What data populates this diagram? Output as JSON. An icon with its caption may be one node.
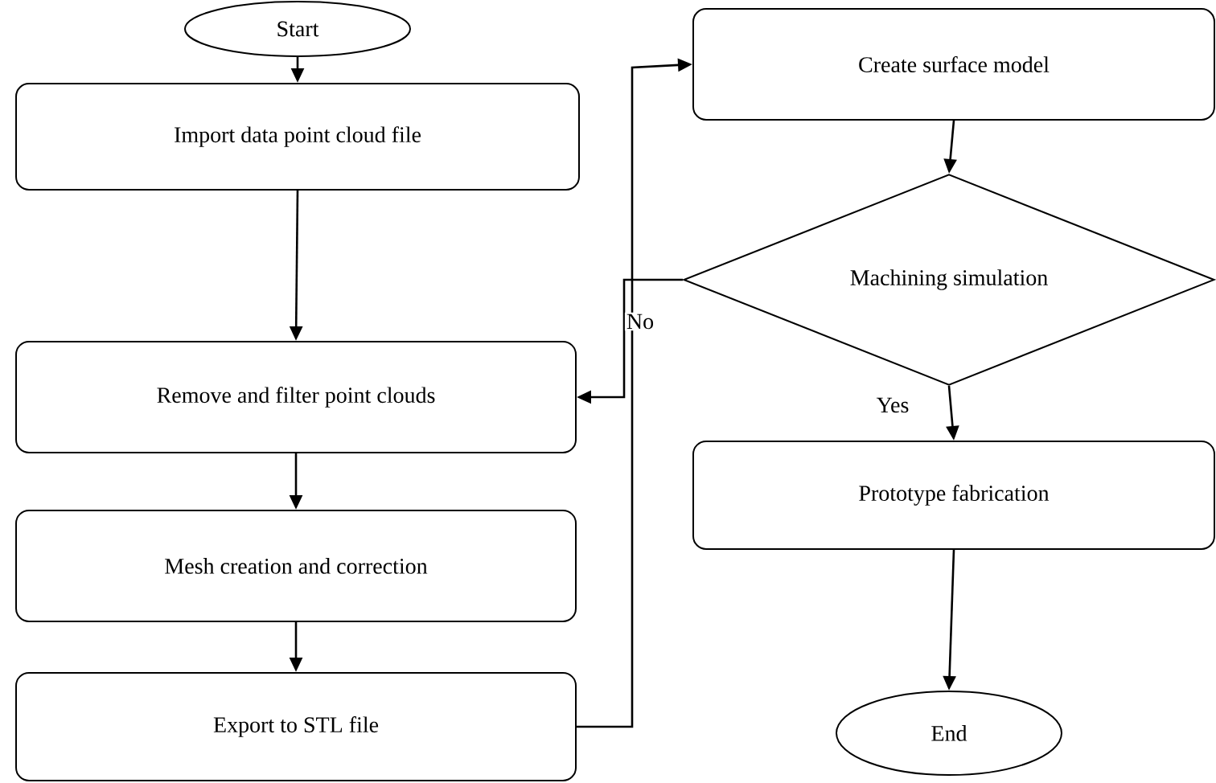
{
  "diagram": {
    "nodes": [
      {
        "text": [
          "Start"
        ]
      },
      {
        "text": [
          "Import data point cloud file"
        ]
      },
      {
        "text": [
          "Remove and filter point clouds"
        ]
      },
      {
        "text": [
          "Mesh creation and correction"
        ]
      },
      {
        "text": [
          "Export to STL file"
        ]
      },
      {
        "text": [
          "Create surface model"
        ]
      },
      {
        "text": [
          "Machining simulation"
        ]
      },
      {
        "text": [
          "Prototype fabrication"
        ]
      },
      {
        "text": [
          "End"
        ]
      }
    ],
    "edges": [
      {
        "from": 0,
        "to": 1,
        "arrow": "to"
      },
      {
        "from": 1,
        "to": 2,
        "arrow": "to"
      },
      {
        "from": 2,
        "to": 3,
        "arrow": "to"
      },
      {
        "from": 3,
        "to": 4,
        "arrow": "to"
      },
      {
        "from": 4,
        "to": 5,
        "arrow": "to"
      },
      {
        "from": 5,
        "to": 6,
        "arrow": "to"
      },
      {
        "from": 6,
        "to": 2,
        "arrow": "to",
        "label": "No"
      },
      {
        "from": 6,
        "to": 7,
        "arrow": "to",
        "label": "Yes"
      },
      {
        "from": 7,
        "to": 8,
        "arrow": "to"
      }
    ]
  }
}
